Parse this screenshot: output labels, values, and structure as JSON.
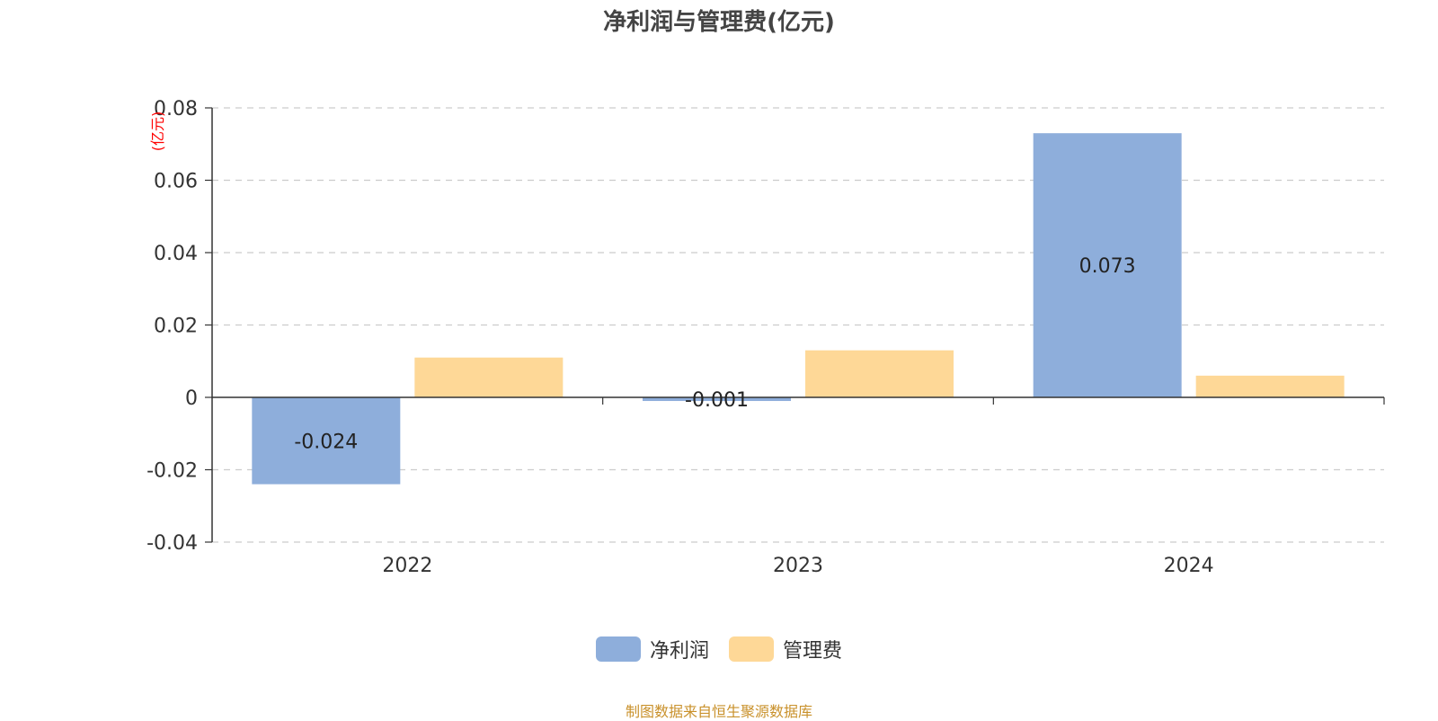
{
  "title": "净利润与管理费(亿元)",
  "source_note": "制图数据来自恒生聚源数据库",
  "colors": {
    "net_profit": "#8eaedb",
    "admin_fee": "#fed897",
    "unit_label": "#ff0000",
    "source_note": "#c9912b",
    "grid": "#cccccc",
    "axis": "#333333"
  },
  "chart_data": {
    "type": "bar",
    "title": "净利润与管理费(亿元)",
    "ylabel": "(亿元)",
    "xlabel": "",
    "categories": [
      "2022",
      "2023",
      "2024"
    ],
    "series": [
      {
        "name": "净利润",
        "values": [
          -0.024,
          -0.001,
          0.073
        ],
        "data_labels": [
          "-0.024",
          "-0.001",
          "0.073"
        ]
      },
      {
        "name": "管理费",
        "values": [
          0.011,
          0.013,
          0.006
        ]
      }
    ],
    "ylim": [
      -0.04,
      0.08
    ],
    "yticks": [
      0.08,
      0.06,
      0.04,
      0.02,
      0,
      -0.02,
      -0.04
    ],
    "ytick_labels": [
      "0.08",
      "0.06",
      "0.04",
      "0.02",
      "0",
      "-0.02",
      "-0.04"
    ],
    "grid": true,
    "legend_position": "bottom-center"
  }
}
